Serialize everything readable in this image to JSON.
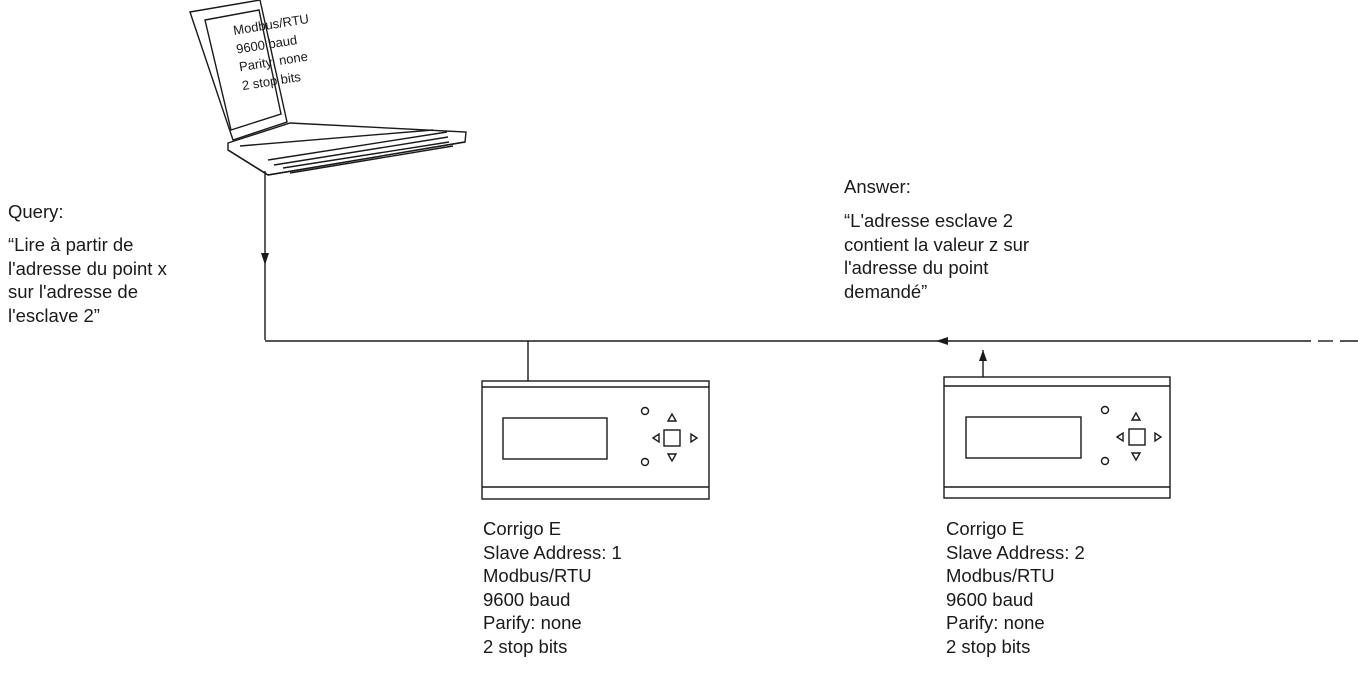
{
  "laptop": {
    "screen_lines": [
      "Modbus/RTU",
      "9600 baud",
      "Parity: none",
      "2 stop bits"
    ]
  },
  "query": {
    "heading": "Query:",
    "lines": [
      "“Lire à partir de",
      "l'adresse du point x",
      "sur l'adresse de",
      "l'esclave 2”"
    ]
  },
  "answer": {
    "heading": "Answer:",
    "lines": [
      "“L'adresse esclave 2",
      "contient la valeur z sur",
      "l'adresse du point",
      "demandé”"
    ]
  },
  "devices": [
    {
      "lines": [
        "Corrigo E",
        "Slave Address: 1",
        "Modbus/RTU",
        "9600 baud",
        "Parify: none",
        "2 stop bits"
      ]
    },
    {
      "lines": [
        "Corrigo E",
        "Slave Address: 2",
        "Modbus/RTU",
        "9600 baud",
        "Parify: none",
        "2 stop bits"
      ]
    }
  ]
}
